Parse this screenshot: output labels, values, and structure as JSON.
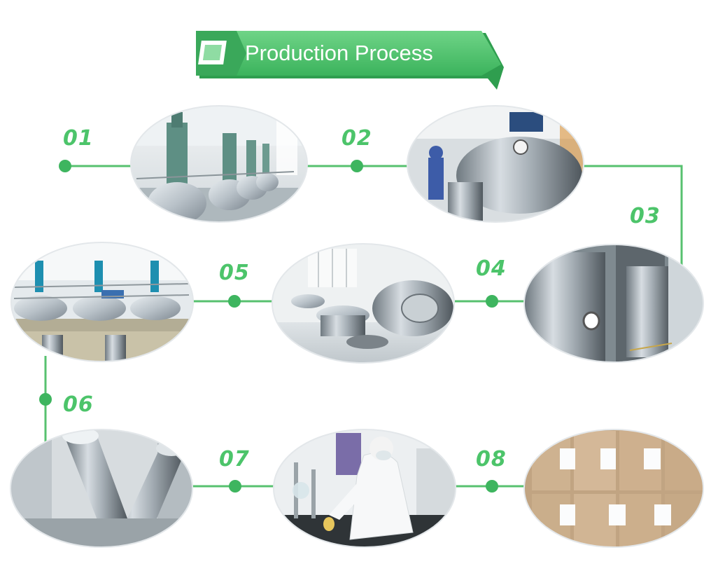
{
  "header": {
    "title": "Production Process"
  },
  "colors": {
    "accent": "#4cc46a",
    "accent_dark": "#2f9e4f",
    "line": "#57c16f"
  },
  "steps": [
    {
      "number": "01",
      "photo": "reactor-hall-photo"
    },
    {
      "number": "02",
      "photo": "extraction-tank-photo"
    },
    {
      "number": "03",
      "photo": "spray-dryer-photo"
    },
    {
      "number": "04",
      "photo": "vibrating-sieve-photo"
    },
    {
      "number": "05",
      "photo": "concentration-tanks-photo"
    },
    {
      "number": "06",
      "photo": "v-mixer-photo"
    },
    {
      "number": "07",
      "photo": "lab-inspection-photo"
    },
    {
      "number": "08",
      "photo": "packaging-drums-photo"
    }
  ]
}
